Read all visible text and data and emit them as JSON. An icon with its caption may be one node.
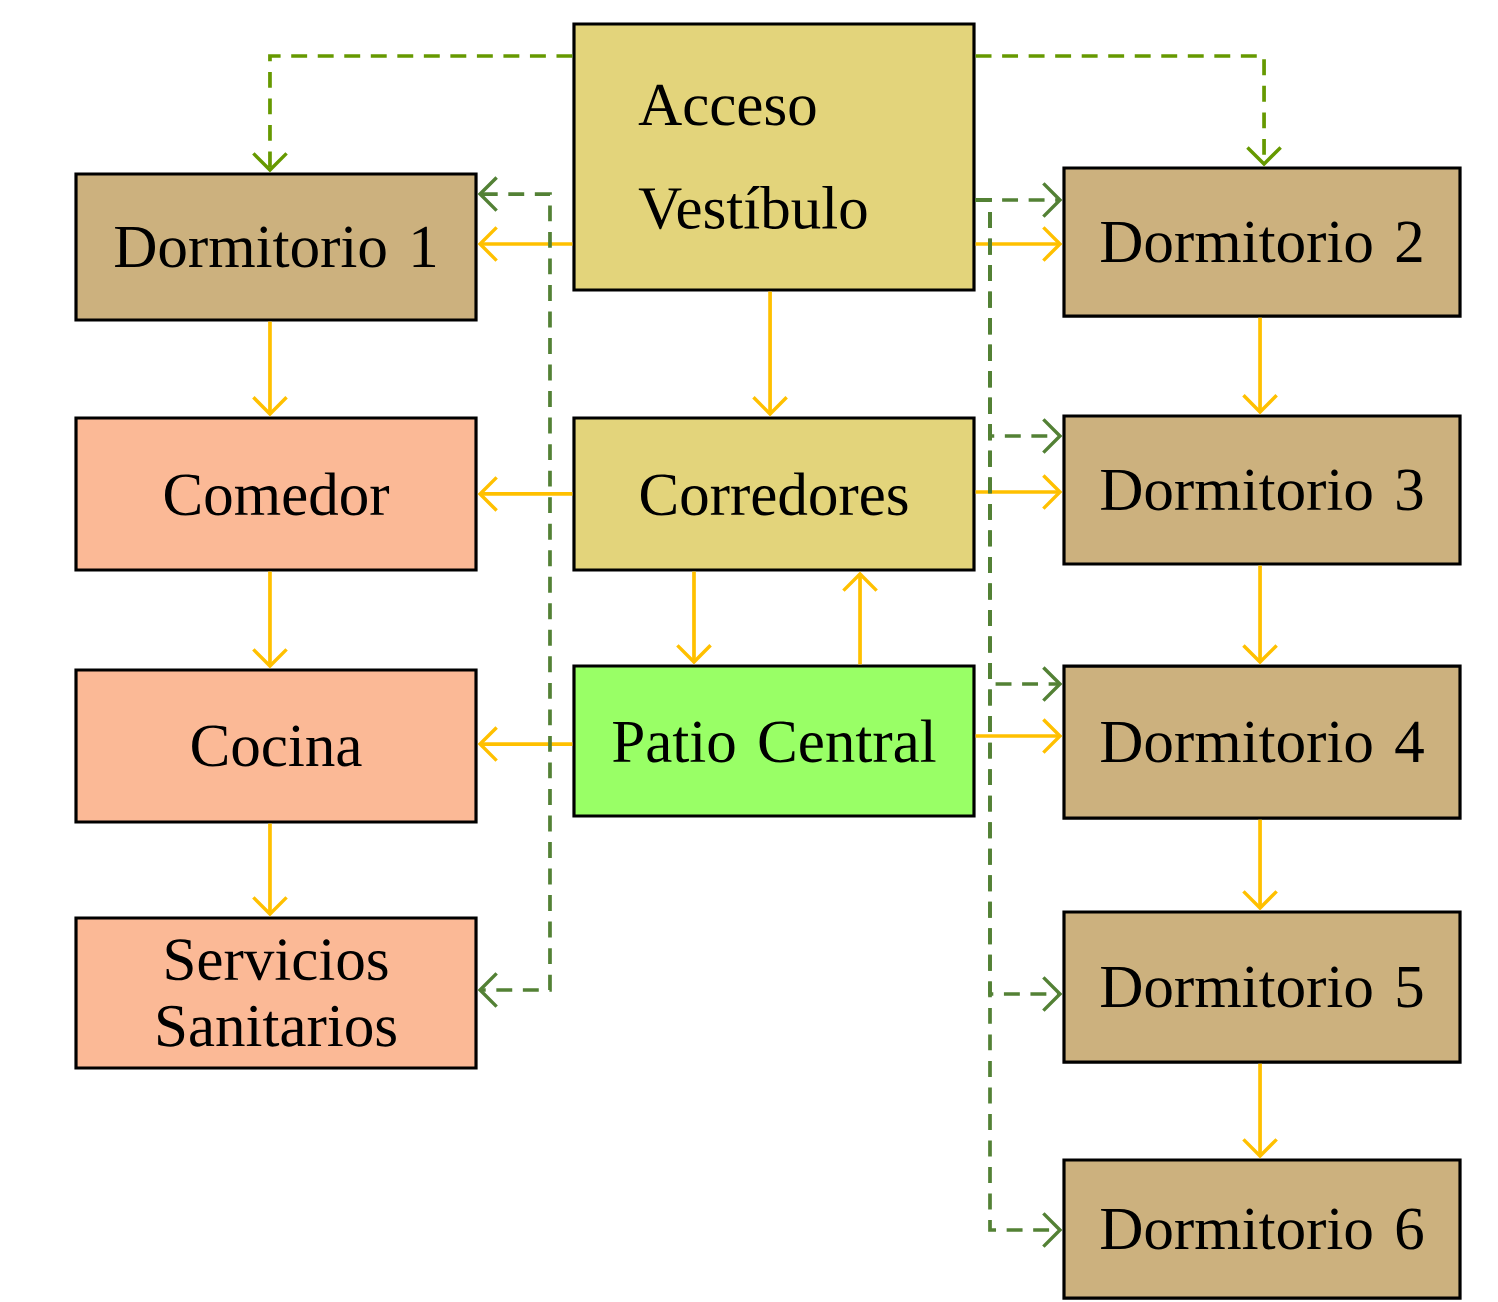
{
  "diagram": {
    "nodes": [
      {
        "text": [
          "Acceso",
          "Vestíbulo"
        ]
      },
      {
        "text": [
          "Dormitorio 1"
        ]
      },
      {
        "text": [
          "Dormitorio 2"
        ]
      },
      {
        "text": [
          "Comedor"
        ]
      },
      {
        "text": [
          "Corredores"
        ]
      },
      {
        "text": [
          "Dormitorio 3"
        ]
      },
      {
        "text": [
          "Cocina"
        ]
      },
      {
        "text": [
          "Patio Central"
        ]
      },
      {
        "text": [
          "Dormitorio 4"
        ]
      },
      {
        "text": [
          "Servicios Sanitarios"
        ]
      },
      {
        "text": [
          "Dormitorio 5"
        ]
      },
      {
        "text": [
          "Dormitorio 6"
        ]
      }
    ],
    "edges": [
      {
        "from": 0,
        "to": 1,
        "arrow": "to"
      },
      {
        "from": 0,
        "to": 2,
        "arrow": "to"
      },
      {
        "from": 0,
        "to": 4,
        "arrow": "to"
      },
      {
        "from": 1,
        "to": 3,
        "arrow": "to"
      },
      {
        "from": 2,
        "to": 5,
        "arrow": "to"
      },
      {
        "from": 4,
        "to": 3,
        "arrow": "to"
      },
      {
        "from": 4,
        "to": 5,
        "arrow": "to"
      },
      {
        "from": 4,
        "to": 7,
        "arrow": "to"
      },
      {
        "from": 7,
        "to": 4,
        "arrow": "to"
      },
      {
        "from": 3,
        "to": 6,
        "arrow": "to"
      },
      {
        "from": 5,
        "to": 8,
        "arrow": "to"
      },
      {
        "from": 7,
        "to": 6,
        "arrow": "to"
      },
      {
        "from": 7,
        "to": 8,
        "arrow": "to"
      },
      {
        "from": 6,
        "to": 9,
        "arrow": "to"
      },
      {
        "from": 8,
        "to": 10,
        "arrow": "to"
      },
      {
        "from": 10,
        "to": 11,
        "arrow": "to"
      },
      {
        "from": 0,
        "to": 1,
        "arrow": "to",
        "style": "dashed",
        "color": "#669900"
      },
      {
        "from": 0,
        "to": 2,
        "arrow": "to",
        "style": "dashed",
        "color": "#669900"
      },
      {
        "from": 1,
        "to": 9,
        "arrow": "both",
        "style": "dashed",
        "color": "#538135"
      },
      {
        "from": 0,
        "to": 2,
        "arrow": "to",
        "style": "dashed",
        "color": "#538135"
      },
      {
        "from": 0,
        "to": 5,
        "arrow": "to",
        "style": "dashed",
        "color": "#538135"
      },
      {
        "from": 0,
        "to": 8,
        "arrow": "to",
        "style": "dashed",
        "color": "#538135"
      },
      {
        "from": 0,
        "to": 10,
        "arrow": "to",
        "style": "dashed",
        "color": "#538135"
      },
      {
        "from": 0,
        "to": 11,
        "arrow": "to",
        "style": "dashed",
        "color": "#538135"
      }
    ]
  }
}
